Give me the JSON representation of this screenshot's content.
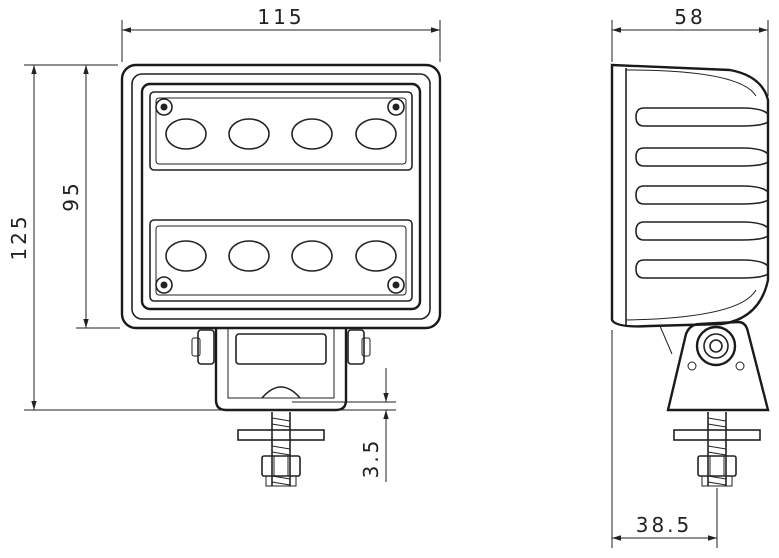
{
  "drawing": {
    "front_view": {
      "width_label": "115",
      "height_overall_label": "125",
      "height_housing_label": "95",
      "stud_label": "3.5"
    },
    "side_view": {
      "depth_label": "58",
      "base_label": "38.5"
    }
  }
}
